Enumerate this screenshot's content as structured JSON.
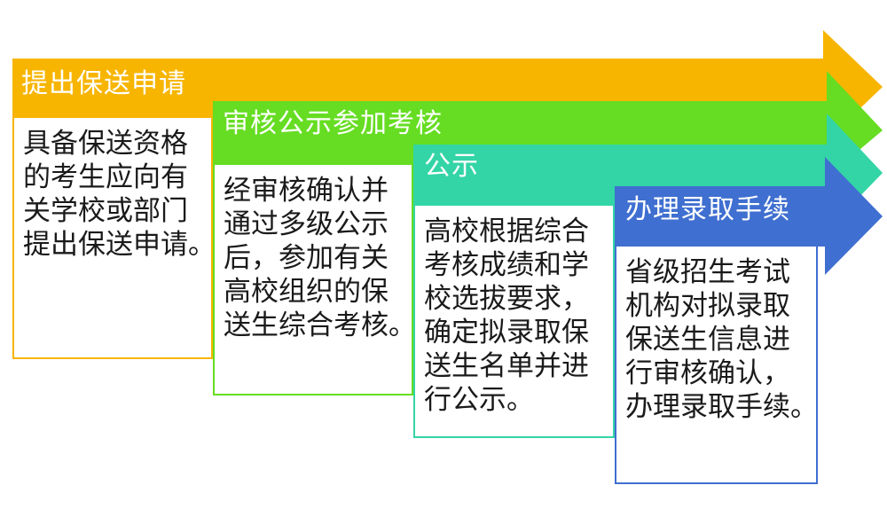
{
  "colors": {
    "step1": "#f7b500",
    "step2": "#66dd22",
    "step3": "#33d4a6",
    "step4": "#3f6fd0"
  },
  "steps": [
    {
      "title": "提出保送申请",
      "lines": [
        "具备保送资格",
        "的考生应向有",
        "关学校或部门",
        "提出保送申请。"
      ]
    },
    {
      "title": "审核公示参加考核",
      "lines": [
        "经审核确认并",
        "通过多级公示",
        "后，参加有关",
        "高校组织的保",
        "送生综合考核。"
      ]
    },
    {
      "title": "公示",
      "lines": [
        "高校根据综合",
        "考核成绩和学",
        "校选拔要求，",
        "确定拟录取保",
        "送生名单并进",
        "行公示。"
      ]
    },
    {
      "title": "办理录取手续",
      "lines": [
        "省级招生考试",
        "机构对拟录取",
        "保送生信息进",
        "行审核确认，",
        "办理录取手续。"
      ]
    }
  ]
}
